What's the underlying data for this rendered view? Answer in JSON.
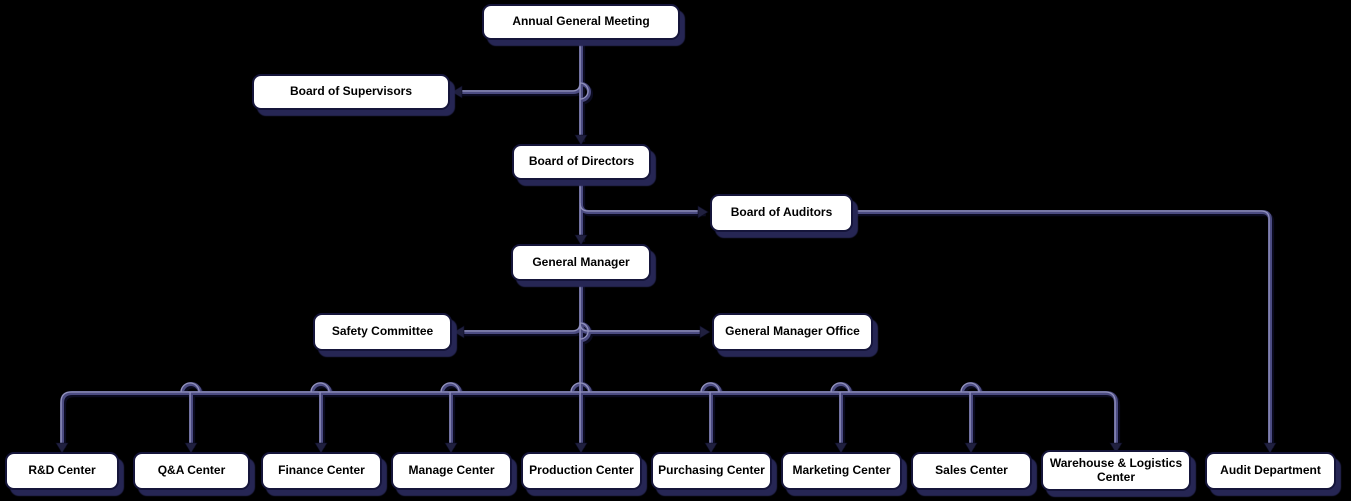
{
  "diagram": {
    "type": "org-chart",
    "background_color": "#000000",
    "node_fill": "#ffffff",
    "node_border_color": "#15153a",
    "node_shadow_color": "#262654",
    "connector_color": "#4c4c82",
    "connector_highlight_color": "#9292bd",
    "arrow_color": "#20203f",
    "nodes": [
      {
        "id": "annual-general-meeting",
        "label": "Annual General Meeting"
      },
      {
        "id": "board-of-supervisors",
        "label": "Board of Supervisors"
      },
      {
        "id": "board-of-directors",
        "label": "Board of Directors"
      },
      {
        "id": "board-of-auditors",
        "label": "Board of Auditors"
      },
      {
        "id": "general-manager",
        "label": "General Manager"
      },
      {
        "id": "safety-committee",
        "label": "Safety Committee"
      },
      {
        "id": "general-manager-office",
        "label": "General Manager Office"
      },
      {
        "id": "rd-center",
        "label": "R&D Center"
      },
      {
        "id": "qa-center",
        "label": "Q&A Center"
      },
      {
        "id": "finance-center",
        "label": "Finance Center"
      },
      {
        "id": "manage-center",
        "label": "Manage Center"
      },
      {
        "id": "production-center",
        "label": "Production Center"
      },
      {
        "id": "purchasing-center",
        "label": "Purchasing Center"
      },
      {
        "id": "marketing-center",
        "label": "Marketing Center"
      },
      {
        "id": "sales-center",
        "label": "Sales Center"
      },
      {
        "id": "warehouse-logistics-center",
        "label": "Warehouse & Logistics Center"
      },
      {
        "id": "audit-department",
        "label": "Audit Department"
      }
    ],
    "edges": [
      {
        "from": "Annual General Meeting",
        "to": "Board of Supervisors"
      },
      {
        "from": "Annual General Meeting",
        "to": "Board of Directors"
      },
      {
        "from": "Board of Directors",
        "to": "Board of Auditors"
      },
      {
        "from": "Board of Directors",
        "to": "General Manager"
      },
      {
        "from": "Board of Auditors",
        "to": "Audit Department"
      },
      {
        "from": "General Manager",
        "to": "Safety Committee"
      },
      {
        "from": "General Manager",
        "to": "General Manager Office"
      },
      {
        "from": "General Manager",
        "to": "R&D Center"
      },
      {
        "from": "General Manager",
        "to": "Q&A Center"
      },
      {
        "from": "General Manager",
        "to": "Finance Center"
      },
      {
        "from": "General Manager",
        "to": "Manage Center"
      },
      {
        "from": "General Manager",
        "to": "Production Center"
      },
      {
        "from": "General Manager",
        "to": "Purchasing Center"
      },
      {
        "from": "General Manager",
        "to": "Marketing Center"
      },
      {
        "from": "General Manager",
        "to": "Sales Center"
      },
      {
        "from": "General Manager",
        "to": "Warehouse & Logistics Center"
      }
    ]
  }
}
